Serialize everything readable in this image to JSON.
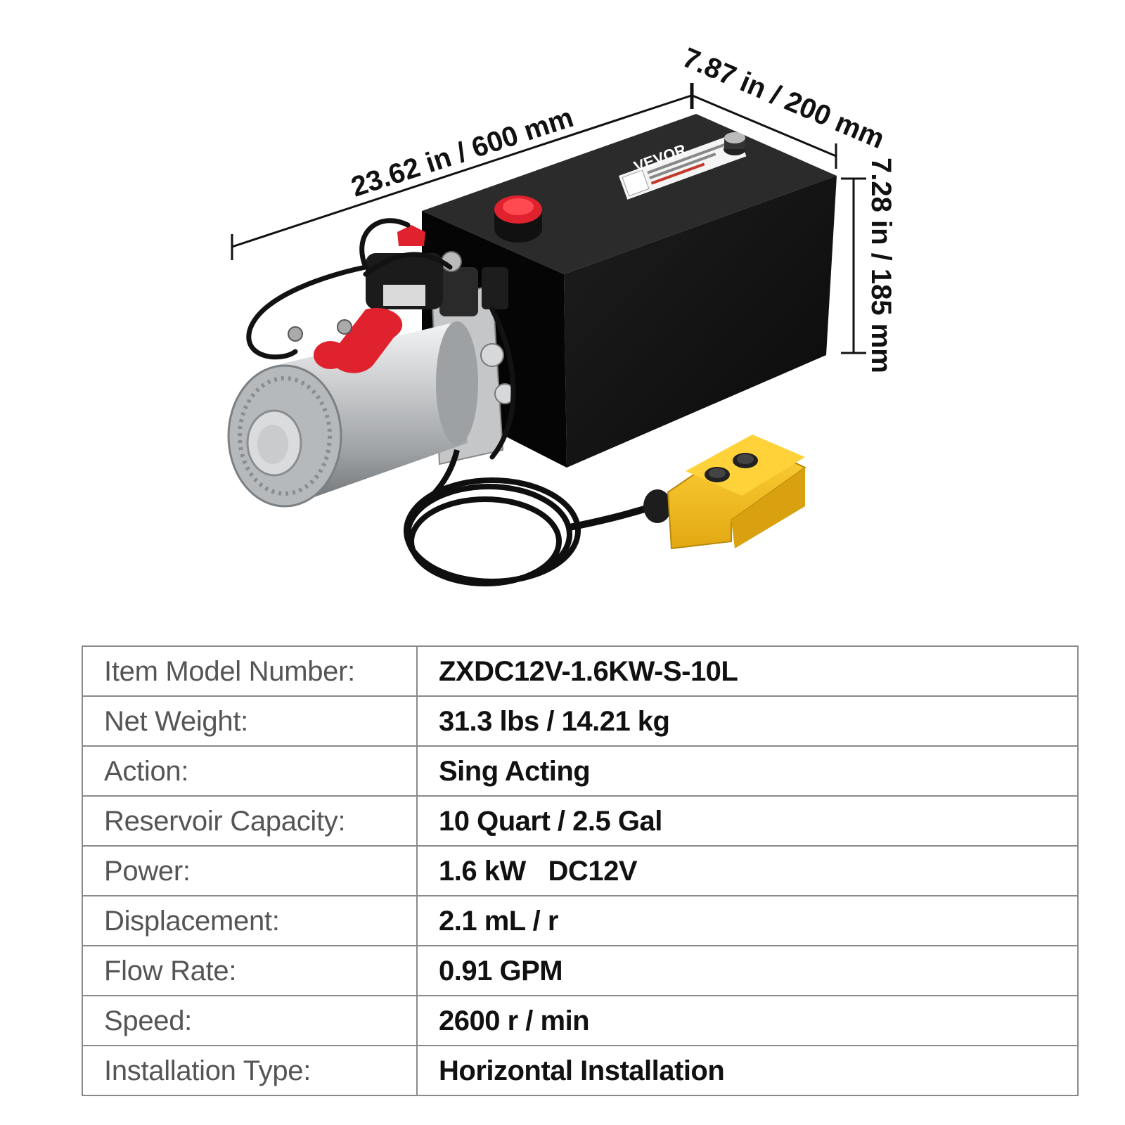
{
  "dimensions": {
    "length": "23.62 in / 600 mm",
    "width": "7.87 in / 200 mm",
    "height": "7.28 in / 185 mm"
  },
  "product": {
    "brand_label": "VEVOR"
  },
  "colors": {
    "tank": "#141414",
    "motor": "#c9cbcd",
    "accent_red": "#e0222e",
    "remote_yellow": "#f2bd1d",
    "table_border": "#8a8a8a"
  },
  "specs": [
    {
      "label": "Item Model Number:",
      "value": "ZXDC12V-1.6KW-S-10L"
    },
    {
      "label": "Net Weight:",
      "value": "31.3 lbs / 14.21 kg"
    },
    {
      "label": "Action:",
      "value": "Sing Acting"
    },
    {
      "label": "Reservoir Capacity:",
      "value": "10 Quart / 2.5 Gal"
    },
    {
      "label": "Power:",
      "value": "1.6 kW   DC12V"
    },
    {
      "label": "Displacement:",
      "value": "2.1 mL / r"
    },
    {
      "label": "Flow Rate:",
      "value": "0.91 GPM"
    },
    {
      "label": "Speed:",
      "value": "2600 r / min"
    },
    {
      "label": "Installation Type:",
      "value": "Horizontal Installation"
    }
  ]
}
